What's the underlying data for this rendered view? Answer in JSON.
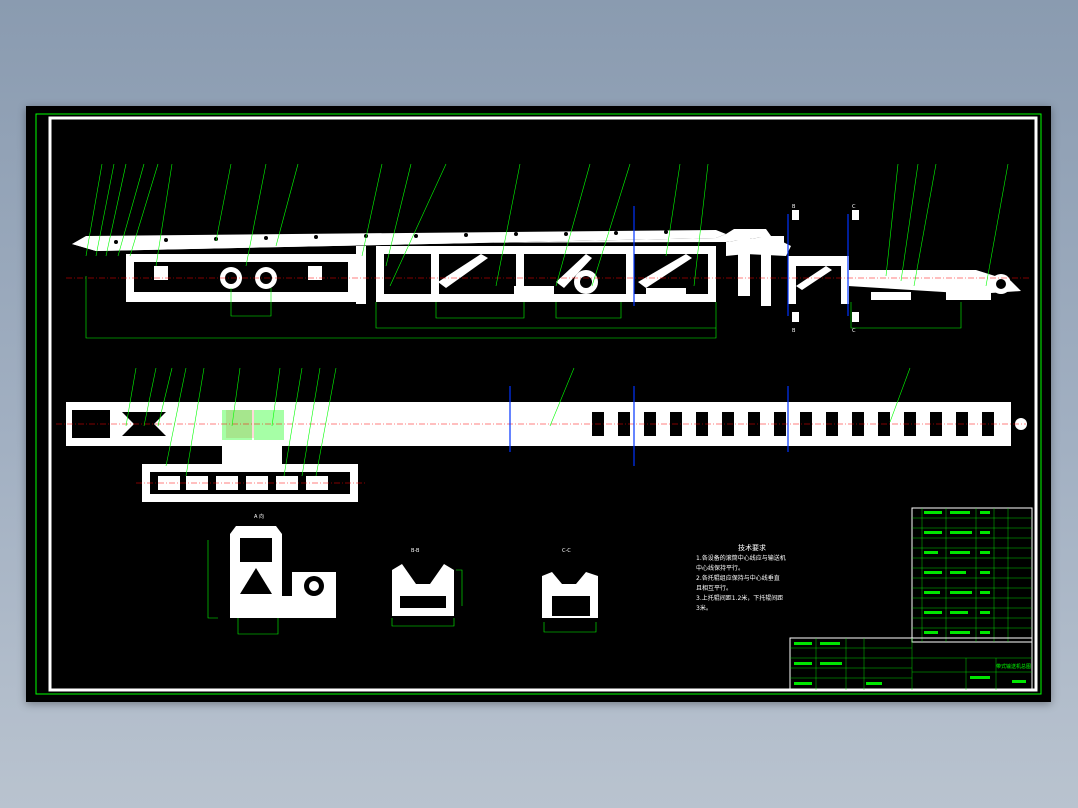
{
  "drawing": {
    "colors": {
      "background": "#000000",
      "outline": "#ffffff",
      "leaders": "#00ff00",
      "centerline": "#ff0000",
      "section_marks": "#0033ff"
    },
    "section_marks": {
      "b_top": "B",
      "b_bottom": "B",
      "c_top": "C",
      "c_bottom": "C"
    },
    "view_titles": {
      "a": "A 向",
      "b": "B-B",
      "c": "C-C"
    },
    "technical_notes": {
      "title": "技术要求",
      "lines": [
        "1.各设备的滚筒中心线应与输送机",
        "  中心线保持平行。",
        "2.各托辊组应保持与中心线垂直",
        "  且相互平行。",
        "3.上托辊间距1.2米，下托辊间距",
        "  3米。"
      ]
    },
    "title_block": {
      "drawing_title": "带式输送机总图"
    }
  }
}
